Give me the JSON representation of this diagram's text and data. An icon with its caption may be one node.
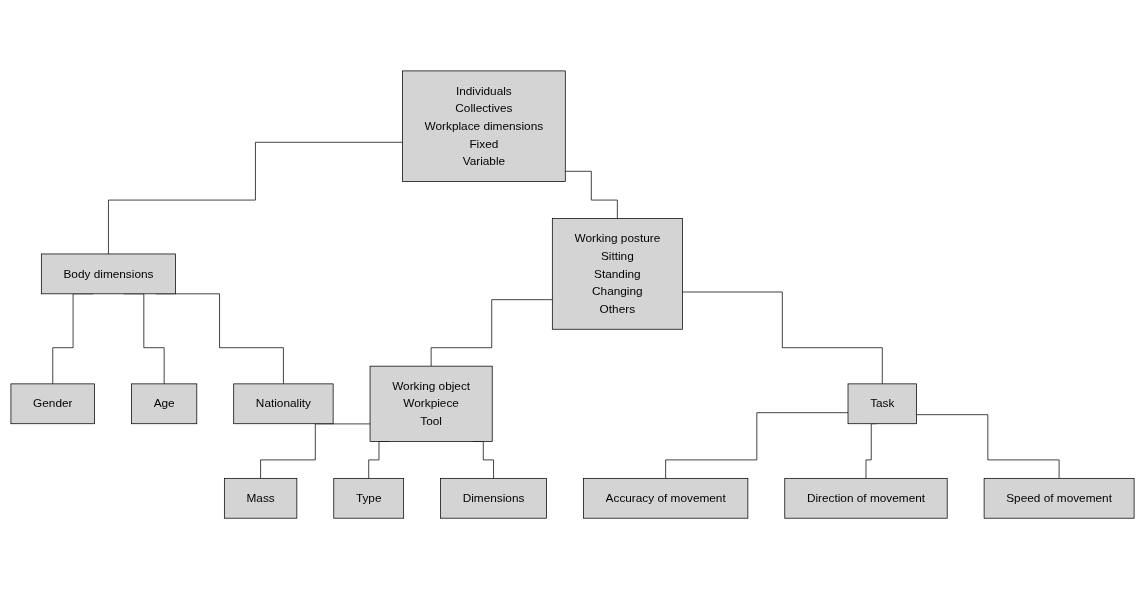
{
  "diagram": {
    "nodes": [
      {
        "text": [
          "Individuals",
          "Collectives",
          "Workplace dimensions",
          "Fixed",
          "Variable"
        ]
      },
      {
        "text": [
          "Body dimensions"
        ]
      },
      {
        "text": [
          "Working posture",
          "Sitting",
          "Standing",
          "Changing",
          "Others"
        ]
      },
      {
        "text": [
          "Gender"
        ]
      },
      {
        "text": [
          "Age"
        ]
      },
      {
        "text": [
          "Nationality"
        ]
      },
      {
        "text": [
          "Working object",
          "Workpiece",
          "Tool"
        ]
      },
      {
        "text": [
          "Task"
        ]
      },
      {
        "text": [
          "Mass"
        ]
      },
      {
        "text": [
          "Type"
        ]
      },
      {
        "text": [
          "Dimensions"
        ]
      },
      {
        "text": [
          "Accuracy of movement"
        ]
      },
      {
        "text": [
          "Direction of movement"
        ]
      },
      {
        "text": [
          "Speed of movement"
        ]
      }
    ],
    "edges": [
      {
        "from": 0,
        "to": 1,
        "arrow": "none"
      },
      {
        "from": 0,
        "to": 2,
        "arrow": "none"
      },
      {
        "from": 1,
        "to": 3,
        "arrow": "none"
      },
      {
        "from": 1,
        "to": 4,
        "arrow": "none"
      },
      {
        "from": 1,
        "to": 5,
        "arrow": "none"
      },
      {
        "from": 2,
        "to": 6,
        "arrow": "none"
      },
      {
        "from": 2,
        "to": 7,
        "arrow": "none"
      },
      {
        "from": 6,
        "to": 8,
        "arrow": "none"
      },
      {
        "from": 6,
        "to": 9,
        "arrow": "none"
      },
      {
        "from": 6,
        "to": 10,
        "arrow": "none"
      },
      {
        "from": 7,
        "to": 11,
        "arrow": "none"
      },
      {
        "from": 7,
        "to": 12,
        "arrow": "none"
      },
      {
        "from": 7,
        "to": 13,
        "arrow": "none"
      }
    ]
  }
}
